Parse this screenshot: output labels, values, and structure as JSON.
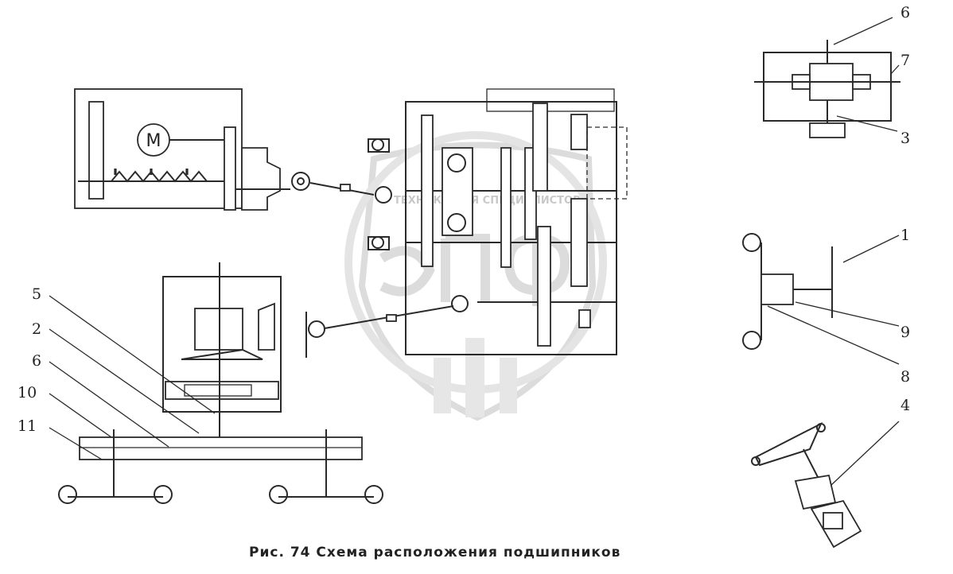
{
  "diagram": {
    "caption": "Рис. 74 Схема расположения подшипников",
    "motor_symbol": "M",
    "watermark_text": "ТЕХНИКА ДЛЯ СПЕЦИАЛИСТОВ",
    "callouts": [
      {
        "id": "6-top",
        "label": "6"
      },
      {
        "id": "7",
        "label": "7"
      },
      {
        "id": "3",
        "label": "3"
      },
      {
        "id": "1",
        "label": "1"
      },
      {
        "id": "9",
        "label": "9"
      },
      {
        "id": "8",
        "label": "8"
      },
      {
        "id": "4",
        "label": "4"
      },
      {
        "id": "5",
        "label": "5"
      },
      {
        "id": "2",
        "label": "2"
      },
      {
        "id": "6-left",
        "label": "6"
      },
      {
        "id": "10",
        "label": "10"
      },
      {
        "id": "11",
        "label": "11"
      }
    ]
  }
}
